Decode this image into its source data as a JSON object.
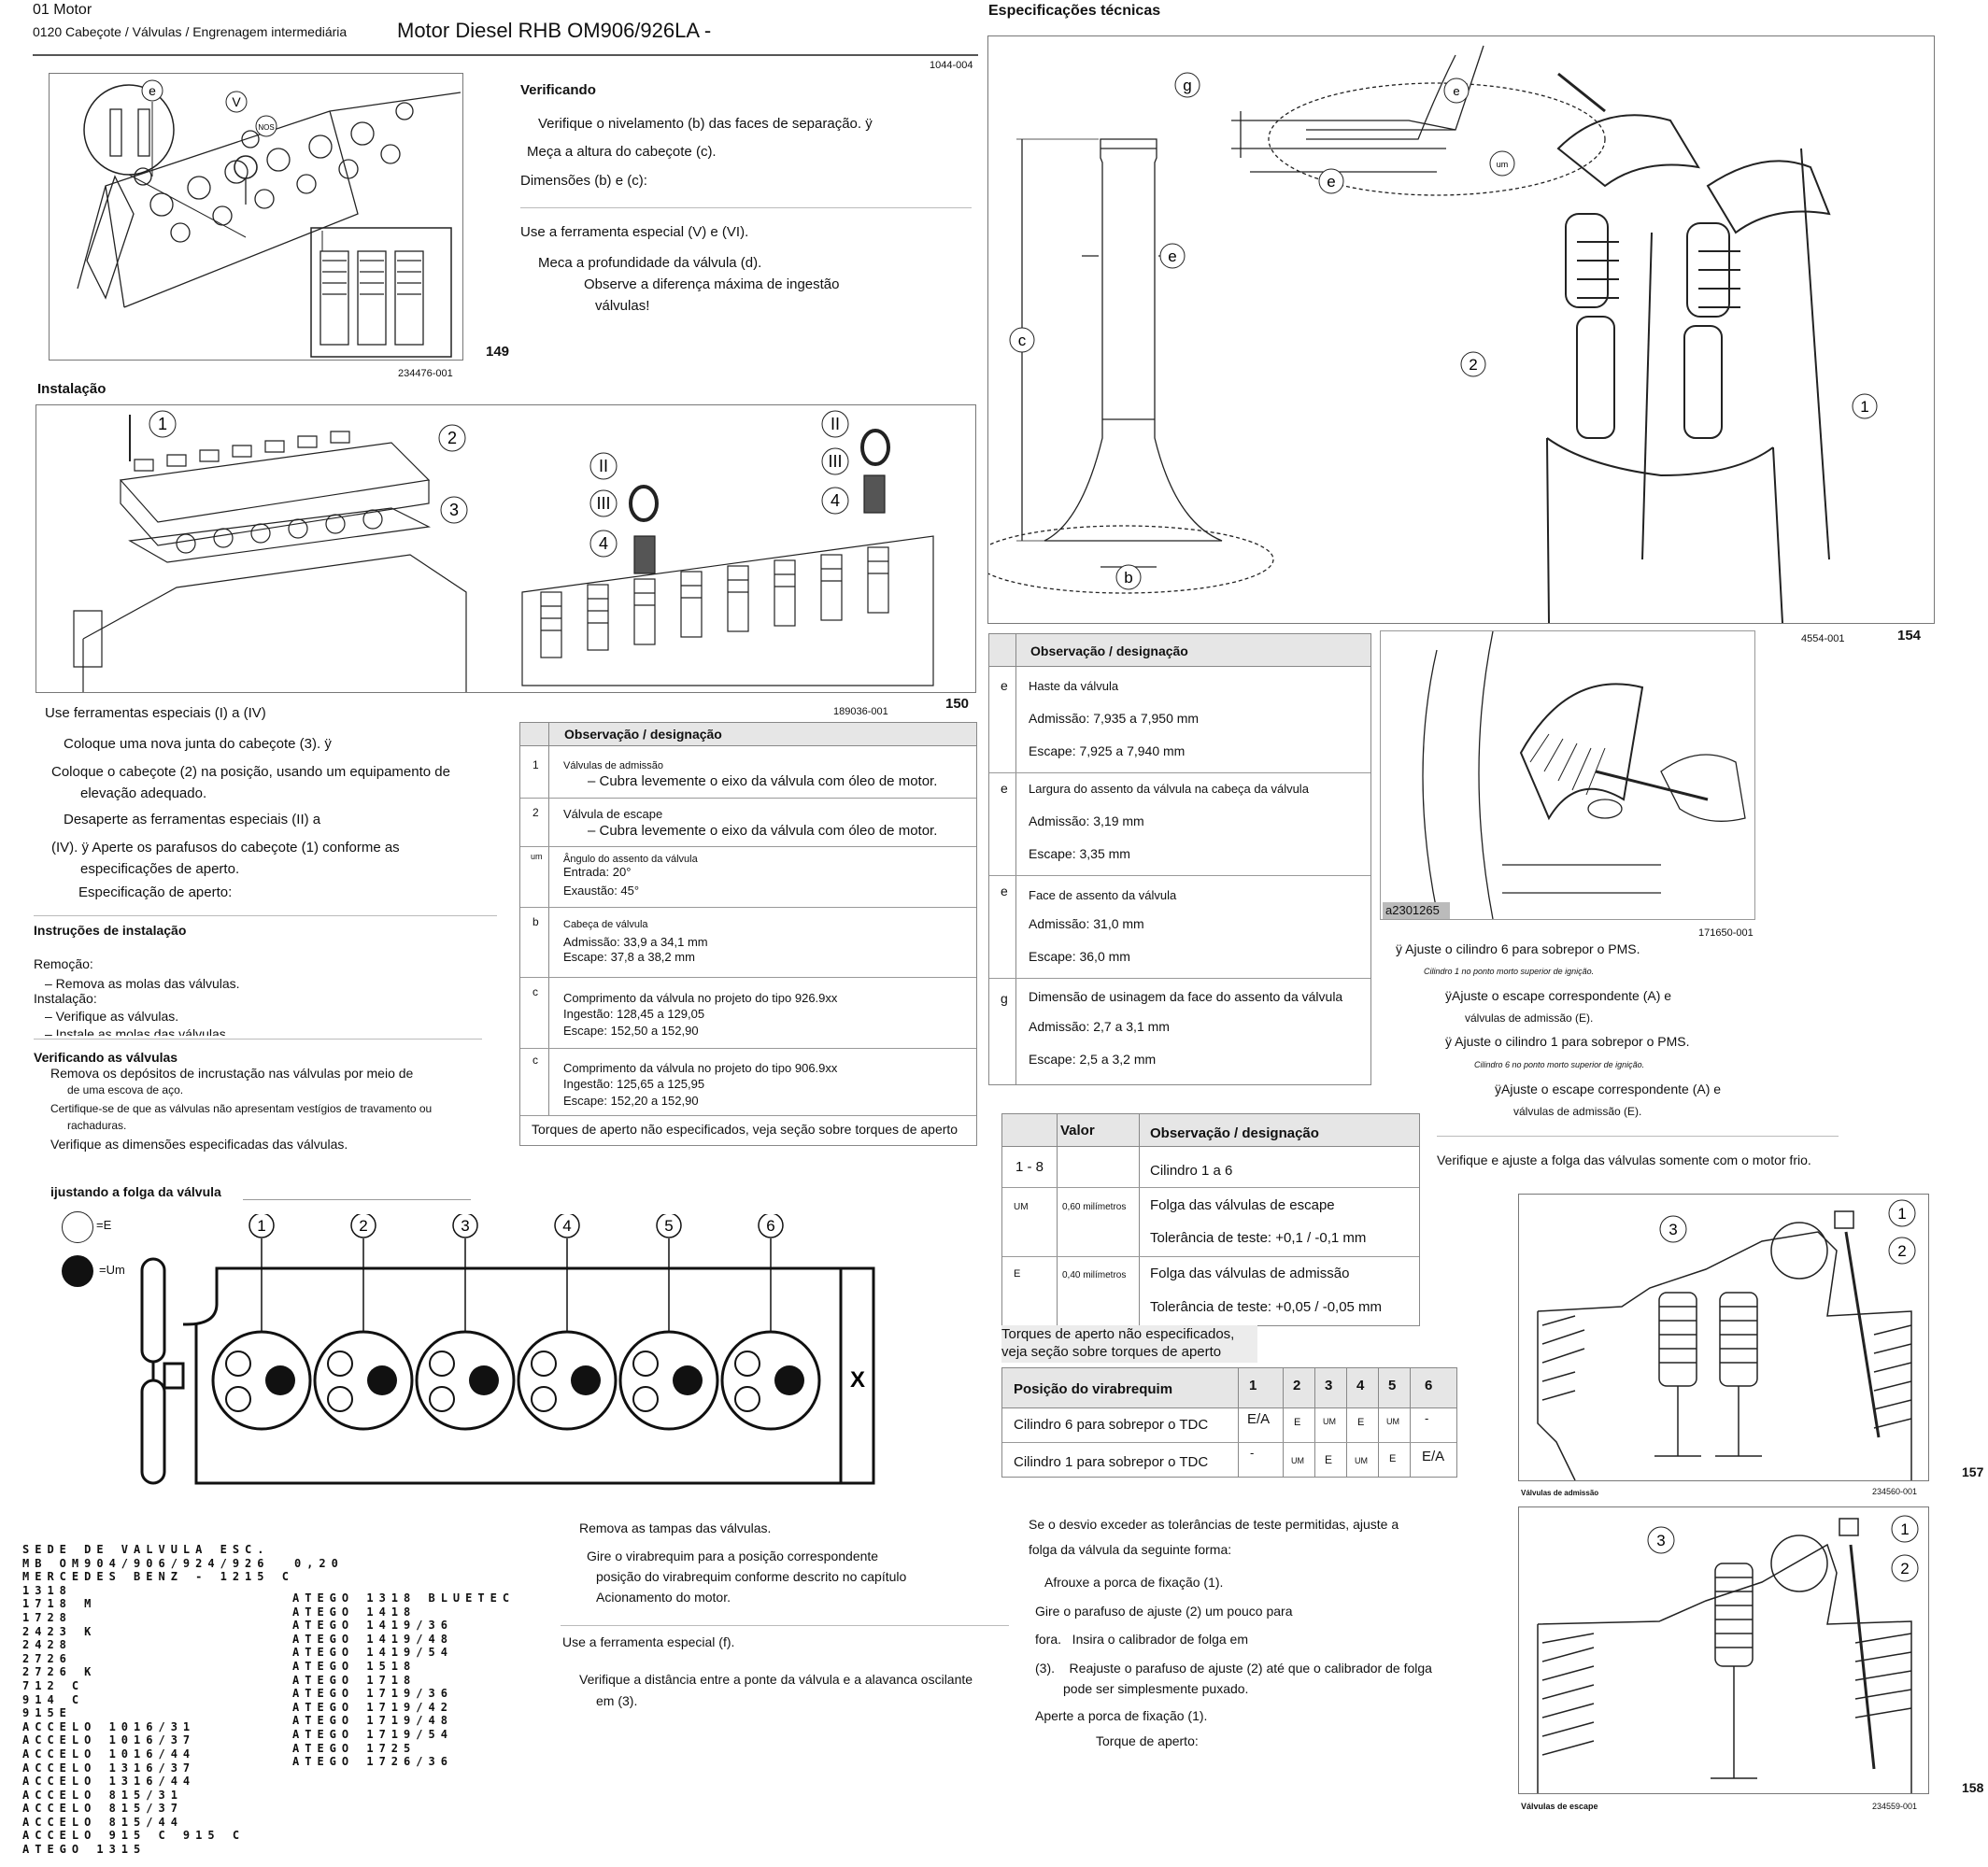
{
  "header": {
    "section": "01 Motor",
    "subsection": "0120 Cabeçote / Válvulas / Engrenagem intermediária",
    "title": "Motor Diesel RHB OM906/926LA -",
    "right_heading": "Especificações técnicas"
  },
  "fig149": {
    "ref": "1044-004",
    "code": "234476-001",
    "number": "149",
    "labels": [
      "e",
      "V",
      "NOS"
    ]
  },
  "verifying": {
    "title": "Verificando",
    "lines": [
      "Verifique o nivelamento (b) das faces de separação. ÿ",
      "Meça a altura do cabeçote (c).",
      "Dimensões (b) e (c):",
      "Use a ferramenta especial (V) e (VI).",
      "Meca a profundidade da válvula (d).",
      "Observe a diferença máxima de ingestão",
      "válvulas!"
    ]
  },
  "installation": {
    "title": "Instalação",
    "code": "189036-001",
    "number": "150",
    "callouts": [
      "1",
      "2",
      "3",
      "II",
      "III",
      "4"
    ]
  },
  "install_steps": [
    "Use ferramentas especiais (I) a (IV)",
    "Coloque uma nova junta do cabeçote (3). ÿ",
    "Coloque o cabeçote (2) na posição, usando um equipamento de",
    "elevação adequado.",
    "Desaperte as ferramentas especiais (II) a",
    "(IV). ÿ Aperte os parafusos do cabeçote (1) conforme as",
    "especificações de aperto.",
    "Especificação de aperto:"
  ],
  "install_instructions": {
    "title": "Instruções de instalação",
    "lines": [
      "Remoção:",
      "– Remova as molas das válvulas.",
      "Instalação:",
      "– Verifique as válvulas.",
      "– Instale as molas das válvulas"
    ]
  },
  "valve_check": {
    "title": "Verificando as válvulas",
    "lines": [
      "Remova os depósitos de incrustação nas válvulas por meio de",
      "de uma escova de aço.",
      "Certifique-se de que as válvulas não apresentam vestígios de travamento ou",
      "rachaduras.",
      "Verifique as dimensões especificadas das válvulas."
    ]
  },
  "table_left": {
    "header": "Observação / designação",
    "rows": [
      {
        "key": "1",
        "small": "Válvulas de admissão",
        "lines": [
          "– Cubra levemente o eixo da válvula com óleo de motor."
        ]
      },
      {
        "key": "2",
        "small": "Válvula de escape",
        "lines": [
          "– Cubra levemente o eixo da válvula com óleo de motor."
        ]
      },
      {
        "key": "um",
        "small": "Ângulo do assento da válvula",
        "lines": [
          "Entrada: 20°",
          "Exaustão: 45°"
        ]
      },
      {
        "key": "b",
        "small": "Cabeça de válvula",
        "lines": [
          "Admissão: 33,9 a 34,1 mm",
          "Escape: 37,8 a 38,2 mm"
        ]
      },
      {
        "key": "c",
        "small": "Comprimento da válvula no projeto do tipo 926.9xx",
        "lines": [
          "Ingestão: 128,45 a 129,05",
          "Escape: 152,50 a 152,90"
        ]
      },
      {
        "key": "c",
        "small": "Comprimento da válvula no projeto do tipo 906.9xx",
        "lines": [
          "Ingestão: 125,65 a 125,95",
          "Escape: 152,20 a 152,90"
        ]
      }
    ],
    "footer": "Torques de aperto não especificados, veja seção sobre torques de aperto"
  },
  "fig154": {
    "labels": [
      "g",
      "e",
      "um",
      "e",
      "e",
      "c",
      "b",
      "2",
      "1"
    ],
    "code": "4554-001",
    "number": "154"
  },
  "table_right": {
    "header": "Observação / designação",
    "rows": [
      {
        "key": "e",
        "title": "Haste da válvula",
        "lines": [
          "Admissão: 7,935 a 7,950 mm",
          "Escape: 7,925 a 7,940 mm"
        ]
      },
      {
        "key": "e",
        "title": "Largura do assento da válvula na cabeça da válvula",
        "lines": [
          "Admissão: 3,19 mm",
          "Escape: 3,35 mm"
        ]
      },
      {
        "key": "e",
        "title": "Face de assento da válvula",
        "lines": [
          "Admissão: 31,0 mm",
          "Escape: 36,0 mm"
        ]
      },
      {
        "key": "g",
        "title": "Dimensão de usinagem da face do assento da válvula",
        "lines": [
          "Admissão: 2,7 a 3,1 mm",
          "Escape: 2,5 a 3,2 mm"
        ]
      }
    ]
  },
  "fig_brush": {
    "tag": "a2301265",
    "code": "171650-001"
  },
  "tdc_notes": [
    {
      "text": "ÿ Ajuste o cilindro 6 para sobrepor o PMS.",
      "size": "n"
    },
    {
      "text": "Cilindro 1 no ponto morto superior de ignição.",
      "size": "s"
    },
    {
      "text": "ÿAjuste o escape correspondente (A) e",
      "size": "n"
    },
    {
      "text": "válvulas de admissão (E).",
      "size": "m"
    },
    {
      "text": "ÿ Ajuste o cilindro 1 para sobrepor o PMS.",
      "size": "n"
    },
    {
      "text": "Cilindro 6 no ponto morto superior de ignição.",
      "size": "s"
    },
    {
      "text": "ÿAjuste o escape correspondente (A) e",
      "size": "n"
    },
    {
      "text": "válvulas de admissão (E).",
      "size": "m"
    }
  ],
  "cold_note": "Verifique e ajuste a folga das válvulas somente com o motor frio.",
  "clearance_table": {
    "headers": [
      "Valor",
      "Observação / designação"
    ],
    "rows": [
      {
        "key": "1 - 8",
        "value": "",
        "lines": [
          "Cilindro 1 a 6"
        ]
      },
      {
        "key": "UM",
        "value": "0,60 milímetros",
        "lines": [
          "Folga das válvulas de escape",
          "Tolerância de teste: +0,1 / -0,1 mm"
        ]
      },
      {
        "key": "E",
        "value": "0,40 milímetros",
        "lines": [
          "Folga das válvulas de admissão",
          "Tolerância de teste: +0,05 / -0,05 mm"
        ]
      }
    ],
    "footer": [
      "Torques de aperto não especificados,",
      " veja seção sobre torques de aperto"
    ]
  },
  "crank_table": {
    "headers": [
      "Posição do virabrequim",
      "1",
      "2",
      "3",
      "4",
      "5",
      "6"
    ],
    "rows": [
      {
        "label": "Cilindro 6 para sobrepor o TDC",
        "cells": [
          "E/A",
          "E",
          "UM",
          "E",
          "UM",
          "-"
        ]
      },
      {
        "label": "Cilindro 1 para sobrepor o TDC",
        "cells": [
          "-",
          "UM",
          "E",
          "UM",
          "E",
          "E/A"
        ]
      }
    ]
  },
  "adjust": {
    "title": "ijustando a folga da válvula",
    "legend": [
      "=E",
      "=Um"
    ],
    "cylinders": [
      "1",
      "2",
      "3",
      "4",
      "5",
      "6"
    ],
    "end_mark": "X"
  },
  "remove_steps": [
    "Remova as tampas das válvulas.",
    "Gire o virabrequim para a posição correspondente",
    "posição do virabrequim conforme descrito no capítulo",
    "Acionamento do motor.",
    "Use a ferramenta especial (f).",
    "Verifique a distância entre a ponte da válvula e a alavanca oscilante",
    "em (3)."
  ],
  "deviation_steps": [
    "Se o desvio exceder as tolerâncias de teste permitidas, ajuste a",
    "folga da válvula da seguinte forma:",
    "Afrouxe a porca de fixação (1).",
    "Gire o parafuso de ajuste (2) um pouco para",
    "fora.   Insira o calibrador de folga em",
    "(3).    Reajuste o parafuso de ajuste (2) até que o calibrador de folga",
    "pode ser simplesmente puxado.",
    "Aperte a porca de fixação (1).",
    "Torque de aperto:"
  ],
  "fig157": {
    "caption": "Válvulas de admissão",
    "code": "234560-001",
    "number": "157",
    "callouts": [
      "3",
      "1",
      "2"
    ]
  },
  "fig158": {
    "caption": "Válvulas de escape",
    "code": "234559-001",
    "number": "158",
    "callouts": [
      "3",
      "1",
      "2"
    ]
  },
  "models_col1": [
    "SEDE DE VALVULA ESC.",
    "MB OM904/906/924/926  0,20",
    "MERCEDES BENZ - 1215 C",
    "1318",
    "1718 M",
    "1728",
    "2423 K",
    "2428",
    "2726",
    "2726 K",
    "712 C",
    "914 C",
    "915E",
    "ACCELO 1016/31",
    "ACCELO 1016/37",
    "ACCELO 1016/44",
    "ACCELO 1316/37",
    "ACCELO 1316/44",
    "ACCELO 815/31",
    "ACCELO 815/37",
    "ACCELO 815/44",
    "ACCELO 915 C 915 C",
    "ATEGO 1315"
  ],
  "models_col2": [
    "ATEGO 1318 BLUETEC",
    "ATEGO 1418",
    "ATEGO 1419/36",
    "ATEGO 1419/48",
    "ATEGO 1419/54",
    "ATEGO 1518",
    "ATEGO 1718",
    "ATEGO 1719/36",
    "ATEGO 1719/42",
    "ATEGO 1719/48",
    "ATEGO 1719/54",
    "ATEGO 1725",
    "ATEGO 1726/36"
  ]
}
